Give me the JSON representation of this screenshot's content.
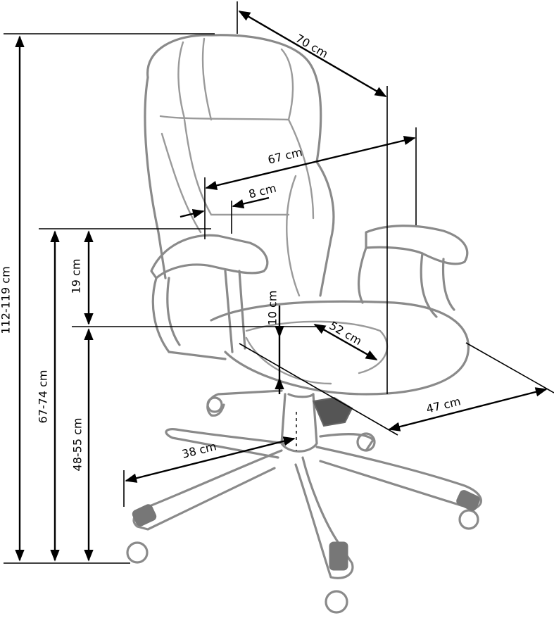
{
  "diagram": {
    "subject": "Office swivel chair dimension drawing",
    "units": "cm",
    "colors": {
      "dimension_lines": "#000000",
      "sketch_lines": "#8a8a8a",
      "background": "#ffffff"
    },
    "dimensions": {
      "overall_height": "112-119 cm",
      "armrest_height": "67-74 cm",
      "seat_height": "48-55 cm",
      "armrest_above_seat": "19 cm",
      "overall_depth": "70 cm",
      "overall_width": "67 cm",
      "armrest_width": "8 cm",
      "height_adjustment": "10 cm",
      "seat_width": "52 cm",
      "seat_depth": "47 cm",
      "base_radius": "38 cm"
    }
  }
}
